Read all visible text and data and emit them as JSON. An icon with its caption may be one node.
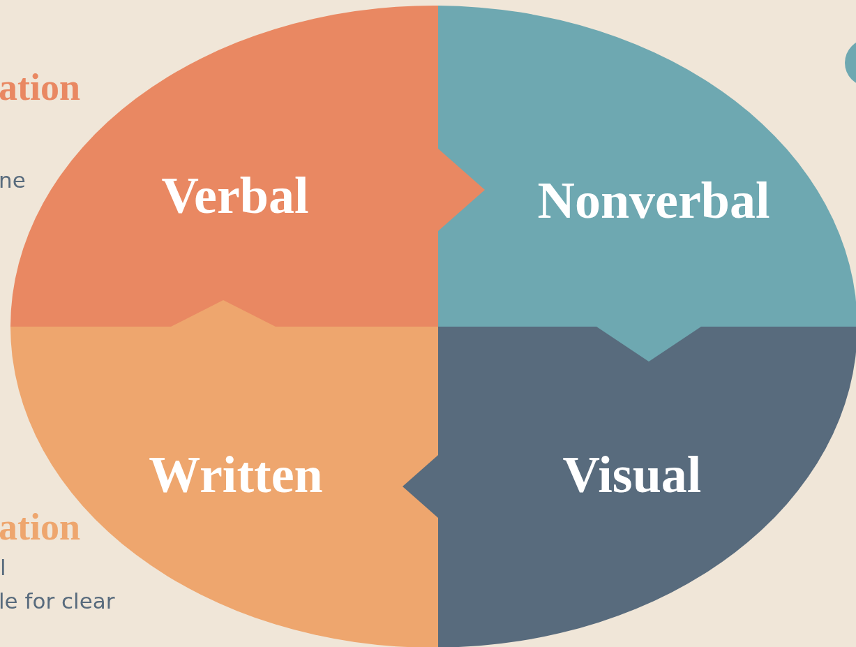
{
  "diagram": {
    "nodes": [
      {
        "text": [
          "Verbal"
        ]
      },
      {
        "text": [
          "Nonverbal"
        ]
      },
      {
        "text": [
          "Written"
        ]
      },
      {
        "text": [
          "Visual"
        ]
      }
    ],
    "edges": [
      {
        "from": 0,
        "to": 1,
        "arrow": "to"
      },
      {
        "from": 1,
        "to": 3,
        "arrow": "to"
      },
      {
        "from": 3,
        "to": 2,
        "arrow": "to"
      },
      {
        "from": 2,
        "to": 0,
        "arrow": "to"
      }
    ],
    "labels": [
      "ation",
      "ne",
      "ation",
      "l",
      "le for clear"
    ]
  }
}
